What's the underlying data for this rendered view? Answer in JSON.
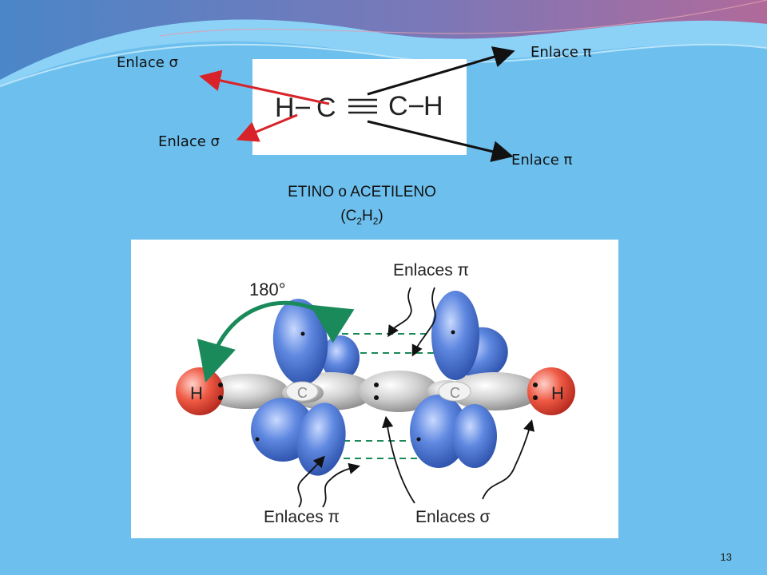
{
  "labels": {
    "sigma_top": "Enlace σ",
    "sigma_bottom": "Enlace σ",
    "pi_top": "Enlace π",
    "pi_bottom": "Enlace π"
  },
  "formula": {
    "h_left": "H",
    "c_left": "C",
    "c_right": "C",
    "h_right": "H"
  },
  "caption": {
    "line1": "ETINO o ACETILENO",
    "line2_prefix": "(C",
    "sub_c": "2",
    "line2_mid": "H",
    "sub_h": "2",
    "line2_suffix": ")"
  },
  "diagram": {
    "angle": "180°",
    "pi_top": "Enlaces π",
    "pi_bottom": "Enlaces π",
    "sigma_bottom": "Enlaces σ",
    "h_left": "H",
    "h_right": "H",
    "c_left": "C",
    "c_right": "C"
  },
  "page_number": "13",
  "colors": {
    "background": "#6dc0ee",
    "sigma_arrow": "#d9232a",
    "pi_arrow": "#111111",
    "orbital_blue": "#3f6fd1",
    "hydrogen_red": "#e8473a",
    "angle_arrow": "#1a8a5a"
  }
}
